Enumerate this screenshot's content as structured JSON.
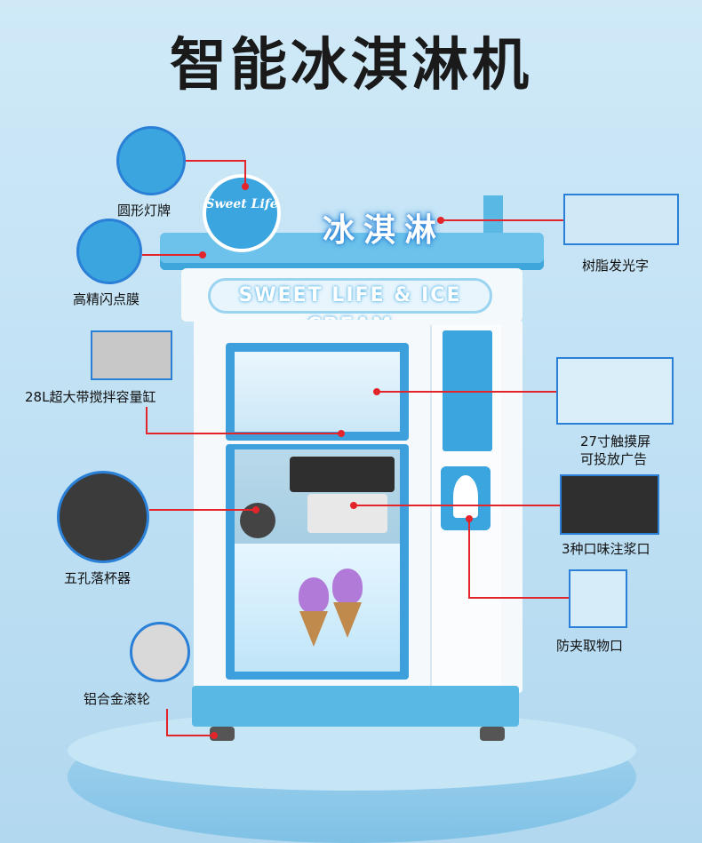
{
  "title": "智能冰淇淋机",
  "machine": {
    "sign": "Sweet Life",
    "glow_sign": "冰淇淋",
    "banner": "SWEET LIFE & ICE CREAM"
  },
  "callouts": {
    "round_light_sign": "圆形灯牌",
    "resin_glow_text": "树脂发光字",
    "hd_film": "高精闪点膜",
    "mixing_tank": "28L超大带搅拌容量缸",
    "touch_screen_line1": "27寸触摸屏",
    "touch_screen_line2": "可投放广告",
    "cup_drop": "五孔落杯器",
    "flavor_nozzle": "3种口味注浆口",
    "anti_pinch_outlet": "防夹取物口",
    "casters": "铝合金滚轮"
  },
  "colors": {
    "accent": "#2a7fd6",
    "leader_line": "#e4242b",
    "machine_blue": "#3aa5df"
  }
}
